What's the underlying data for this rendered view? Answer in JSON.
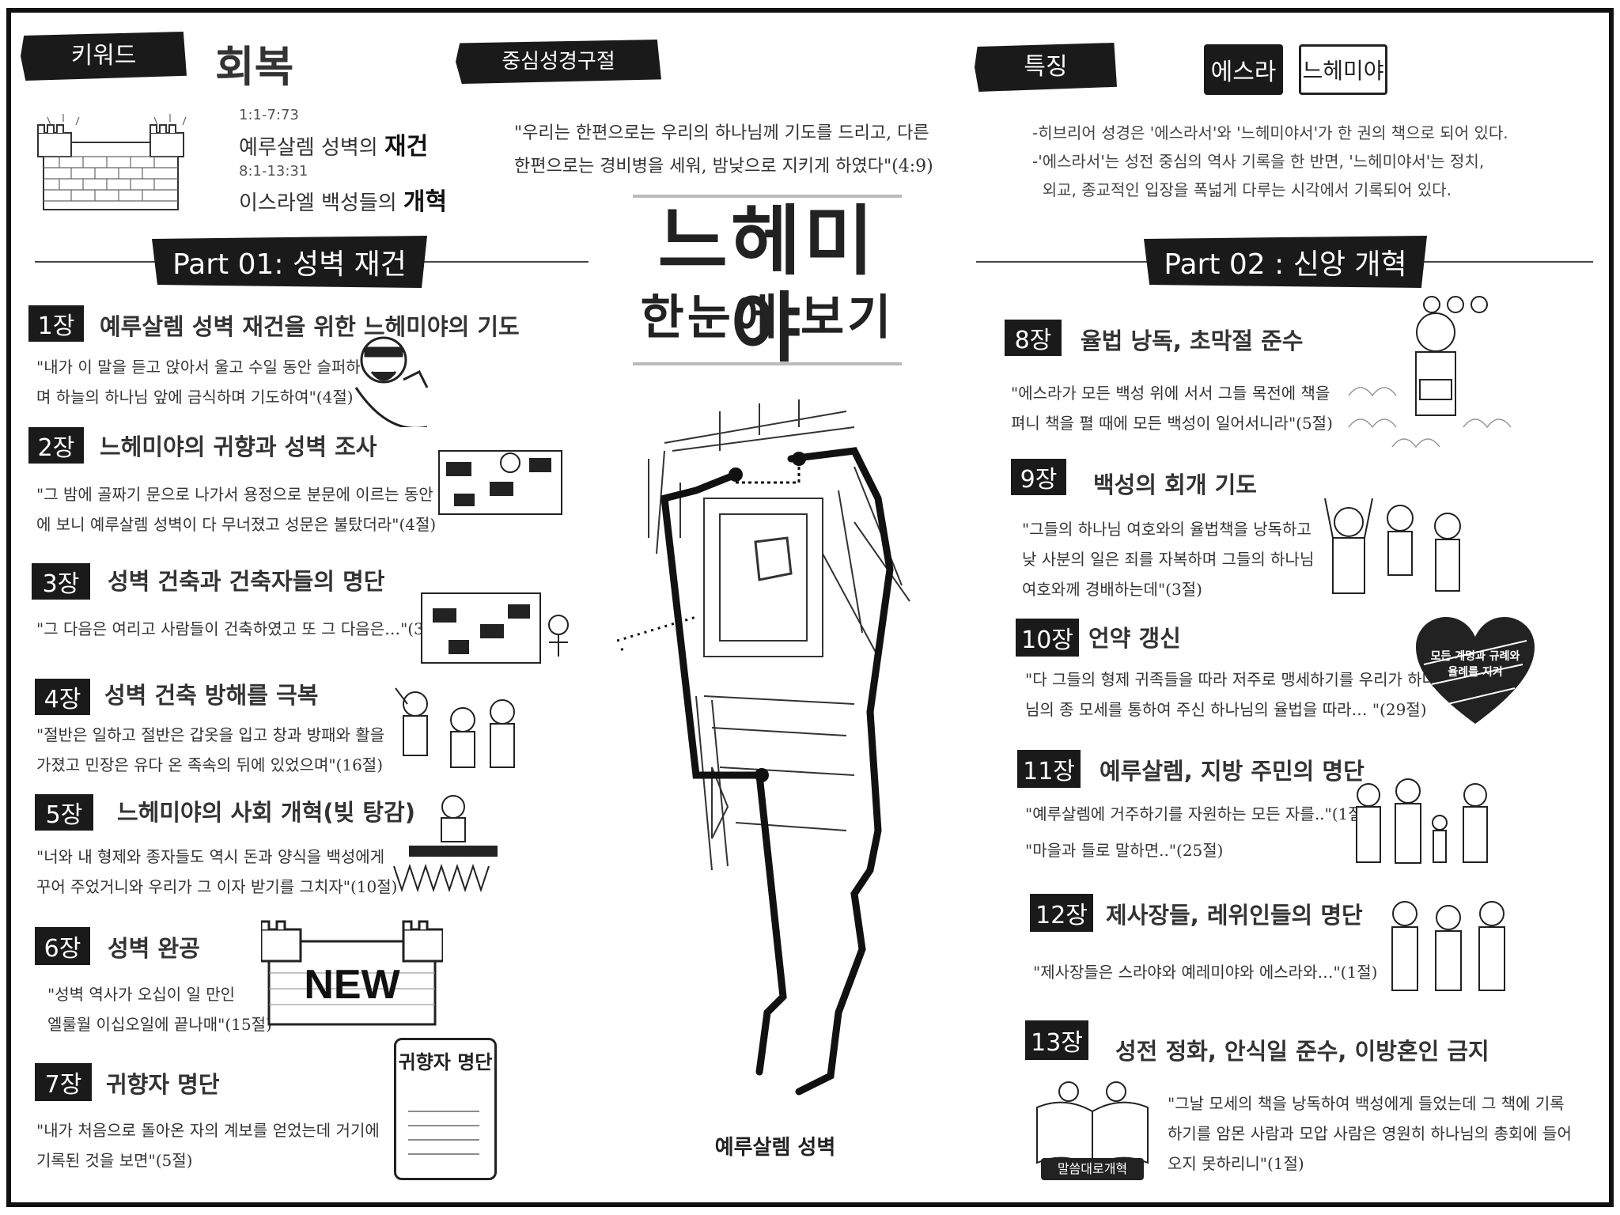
{
  "keyword": {
    "label": "키워드",
    "value": "회복"
  },
  "summary": [
    {
      "range": "1:1-7:73",
      "text": "예루살렘 성벽의 ",
      "bold": "재건"
    },
    {
      "range": "8:1-13:31",
      "text": "이스라엘 백성들의 ",
      "bold": "개혁"
    }
  ],
  "central": {
    "label": "중심성경구절",
    "lines": [
      "\"우리는 한편으로는 우리의 하나님께 기도를 드리고, 다른",
      "한편으로는 경비병을 세워, 밤낮으로 지키게 하였다\"(4:9)"
    ]
  },
  "title": {
    "main": "느헤미야",
    "sub": "한눈에 보기"
  },
  "features": {
    "label": "특징",
    "book1": "에스라",
    "book2": "느헤미야",
    "lines": [
      "-히브리어 성경은 '에스라서'와 '느헤미야서'가 한 권의 책으로 되어 있다.",
      "-'에스라서'는 성전 중심의 역사 기록을 한 반면, '느헤미야서'는 정치,",
      "  외교, 종교적인 입장을 폭넓게 다루는 시각에서 기록되어 있다."
    ]
  },
  "part1": "Part 01: 성벽 재건",
  "part2": "Part 02 : 신앙 개혁",
  "map_label": "예루살렘 성벽",
  "chapters": [
    {
      "n": "1장",
      "t": "예루살렘 성벽 재건을 위한 느헤미야의 기도",
      "q": [
        "\"내가 이 말을 듣고 앉아서 울고 수일 동안 슬퍼하",
        "며 하늘의 하나님 앞에 금식하며 기도하여\"(4절)"
      ]
    },
    {
      "n": "2장",
      "t": "느헤미야의 귀향과 성벽 조사",
      "q": [
        "\"그 밤에 골짜기 문으로 나가서 용정으로 분문에 이르는 동안",
        "에 보니 예루살렘 성벽이 다 무너졌고 성문은 불탔더라\"(4절)"
      ]
    },
    {
      "n": "3장",
      "t": "성벽 건축과 건축자들의 명단",
      "q": [
        "\"그 다음은 여리고 사람들이 건축하였고 또 그 다음은…\"(3절)"
      ]
    },
    {
      "n": "4장",
      "t": "성벽 건축 방해를 극복",
      "q": [
        "\"절반은 일하고 절반은 갑옷을 입고 창과 방패와 활을",
        "가졌고 민장은 유다 온 족속의 뒤에 있었으며\"(16절)"
      ]
    },
    {
      "n": "5장",
      "t": "느헤미야의 사회 개혁(빚 탕감)",
      "q": [
        "\"너와 내 형제와 종자들도 역시 돈과 양식을 백성에게",
        "꾸어 주었거니와 우리가 그 이자 받기를 그치자\"(10절)"
      ]
    },
    {
      "n": "6장",
      "t": "성벽 완공",
      "q": [
        "\"성벽 역사가 오십이 일 만인",
        "엘룰월 이십오일에 끝나매\"(15절)"
      ]
    },
    {
      "n": "7장",
      "t": "귀향자 명단",
      "q": [
        "\"내가 처음으로 돌아온 자의 계보를 얻었는데 거기에",
        "기록된 것을 보면\"(5절)"
      ]
    },
    {
      "n": "8장",
      "t": "율법 낭독, 초막절 준수",
      "q": [
        "\"에스라가 모든 백성 위에 서서 그들 목전에 책을",
        "펴니 책을 펼 때에 모든 백성이 일어서니라\"(5절)"
      ]
    },
    {
      "n": "9장",
      "t": "백성의 회개 기도",
      "q": [
        "\"그들의 하나님 여호와의 율법책을 낭독하고",
        "낮 사분의 일은 죄를 자복하며 그들의 하나님",
        "여호와께 경배하는데\"(3절)"
      ]
    },
    {
      "n": "10장",
      "t": "언약 갱신",
      "q": [
        "\"다 그들의 형제 귀족들을 따라 저주로 맹세하기를 우리가 하나",
        "님의 종 모세를 통하여 주신 하나님의 율법을 따라… \"(29절)"
      ]
    },
    {
      "n": "11장",
      "t": "예루살렘, 지방 주민의 명단",
      "q": [
        "\"예루살렘에 거주하기를 자원하는 모든 자를..\"(1절)",
        "\"마을과 들로 말하면..\"(25절)"
      ]
    },
    {
      "n": "12장",
      "t": "제사장들, 레위인들의 명단",
      "q": [
        "\"제사장들은 스라야와 예레미야와 에스라와…\"(1절)"
      ]
    },
    {
      "n": "13장",
      "t": "성전 정화, 안식일 준수, 이방혼인 금지",
      "q": [
        "\"그날 모세의 책을 낭독하여 백성에게 들었는데 그 책에 기록",
        "하기를 암몬 사람과 모압 사람은 영원히 하나님의 총회에 들어",
        "오지 못하리니\"(1절)"
      ]
    }
  ],
  "art": {
    "new_sign": "NEW",
    "scroll_title": "귀향자 명단",
    "heart_text": "모든 계명과 규례와 율례를 지켜",
    "book_banner": "말씀대로개혁"
  }
}
